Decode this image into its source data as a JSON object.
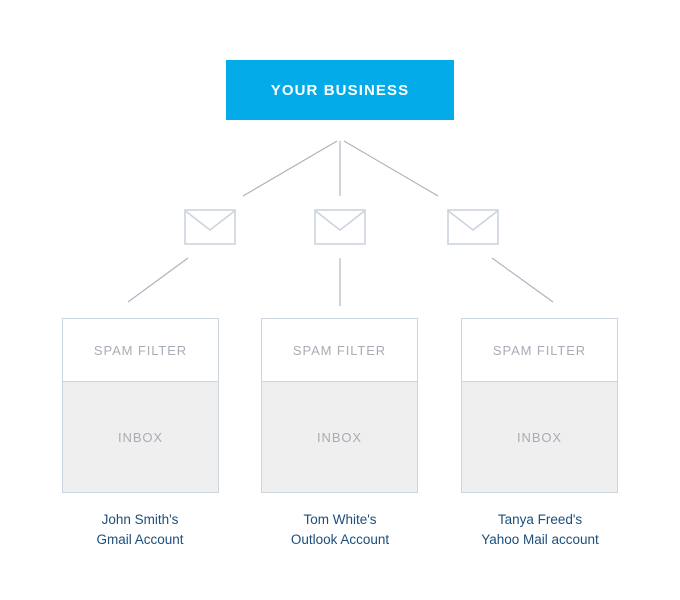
{
  "diagram": {
    "type": "hierarchy-flow",
    "root": {
      "label": "YOUR BUSINESS",
      "color": "#03ABE8",
      "text_color": "#ffffff"
    },
    "mail_icon_name": "envelope-icon",
    "mail_icon_glyph": "envelope",
    "mail_icon_color": "#ccd4de",
    "branch_count": 3,
    "connector_color": "#aab2bd",
    "section_labels": {
      "spam": "SPAM FILTER",
      "inbox": "INBOX"
    },
    "section_colors": {
      "spam_background": "#ffffff",
      "inbox_background": "#efefef",
      "border": "#ccd4de",
      "label_text": "#a8adb5"
    },
    "caption_color": "#1c4f7c",
    "accounts": [
      {
        "spam_label": "SPAM FILTER",
        "inbox_label": "INBOX",
        "caption_line1": "John Smith's",
        "caption_line2": "Gmail Account"
      },
      {
        "spam_label": "SPAM FILTER",
        "inbox_label": "INBOX",
        "caption_line1": "Tom White's",
        "caption_line2": "Outlook Account"
      },
      {
        "spam_label": "SPAM FILTER",
        "inbox_label": "INBOX",
        "caption_line1": "Tanya Freed's",
        "caption_line2": "Yahoo Mail account"
      }
    ]
  }
}
